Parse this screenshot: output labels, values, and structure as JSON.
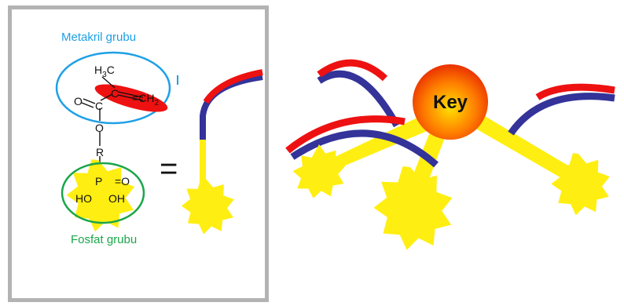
{
  "labels": {
    "methacryl_group": "Metakril grubu",
    "phosphate_group": "Fosfat grubu",
    "equals": "=",
    "key": "Key"
  },
  "molecule": {
    "h3c": "H3C",
    "ch2": "=CH2",
    "c1": "C",
    "c2": "C",
    "o_double": "O",
    "o_single": "O",
    "r": "R",
    "p": "P",
    "p_o": "=O",
    "ho": "HO",
    "oh": "OH"
  },
  "colors": {
    "methacryl": "#1ea0e6",
    "phosphate": "#1aa64a",
    "red": "#ee1111",
    "blue": "#333399",
    "yellow": "#ffee11",
    "frame": "#b3b3b3"
  }
}
